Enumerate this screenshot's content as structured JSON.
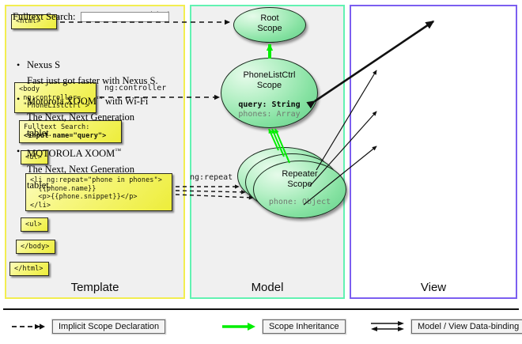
{
  "panels": {
    "template": {
      "label": "Template"
    },
    "model": {
      "label": "Model"
    },
    "view": {
      "label": "View"
    }
  },
  "template_boxes": [
    {
      "id": "html-open",
      "text": "<html>"
    },
    {
      "id": "body-open",
      "text": "<body\n ng:controller=\n \"PhoneListCtrl\">"
    },
    {
      "id": "search",
      "text_plain": "Fulltext Search:",
      "text_bold": "<input name=\"query\">"
    },
    {
      "id": "ul-open",
      "text": "<ul>"
    },
    {
      "id": "li-repeat",
      "text": "<li ng:repeat=\"phone in phones\">\n  {{phone.name}}\n  <p>{{phone.snippet}}</p>\n</li>"
    },
    {
      "id": "ul-close",
      "text": "<ul>"
    },
    {
      "id": "body-close",
      "text": "</body>"
    },
    {
      "id": "html-close",
      "text": "</html>"
    }
  ],
  "connector_labels": {
    "autobind": "ng:autobind",
    "controller": "ng:controller",
    "repeat": "ng:repeat"
  },
  "scopes": [
    {
      "id": "root-scope",
      "title_line1": "Root",
      "title_line2": "Scope",
      "props": []
    },
    {
      "id": "phonelistctrl-scope",
      "title_line1": "PhoneListCtrl",
      "title_line2": "Scope",
      "props": [
        {
          "text": "query: String",
          "emphasis": "strong"
        },
        {
          "text": "phones: Array",
          "emphasis": "dim"
        }
      ]
    },
    {
      "id": "repeater-scope",
      "title_line1": "Repeater",
      "title_line2": "Scope",
      "props": [
        {
          "text": "phone: Object",
          "emphasis": "dim"
        }
      ]
    }
  ],
  "view": {
    "search_label": "Fulltext Search:",
    "search_value": "",
    "search_placeholder": "",
    "phones": [
      {
        "name": "Nexus S",
        "snippet": "Fast just got faster with Nexus S."
      },
      {
        "name": "Motorola XOOM™  with Wi-Fi",
        "snippet": "The Next, Next Generation tablet."
      },
      {
        "name": "MOTOROLA XOOM™",
        "snippet": "The Next, Next Generation tablet."
      }
    ]
  },
  "legend": [
    {
      "id": "implicit-scope-declaration",
      "label": "Implicit Scope Declaration",
      "arrow": "dashed-black"
    },
    {
      "id": "scope-inheritance",
      "label": "Scope Inheritance",
      "arrow": "solid-green"
    },
    {
      "id": "model-view-data-binding",
      "label": "Model / View Data-binding",
      "arrow": "double-black"
    }
  ],
  "colors": {
    "template_border": "#f2ee50",
    "model_border": "#62f2b2",
    "view_border": "#7b5ef0",
    "scope_green": "#86e2a2",
    "inheritance_green": "#00ee00",
    "code_yellow": "#eded3a",
    "panel_bg": "#f0f0f0"
  }
}
